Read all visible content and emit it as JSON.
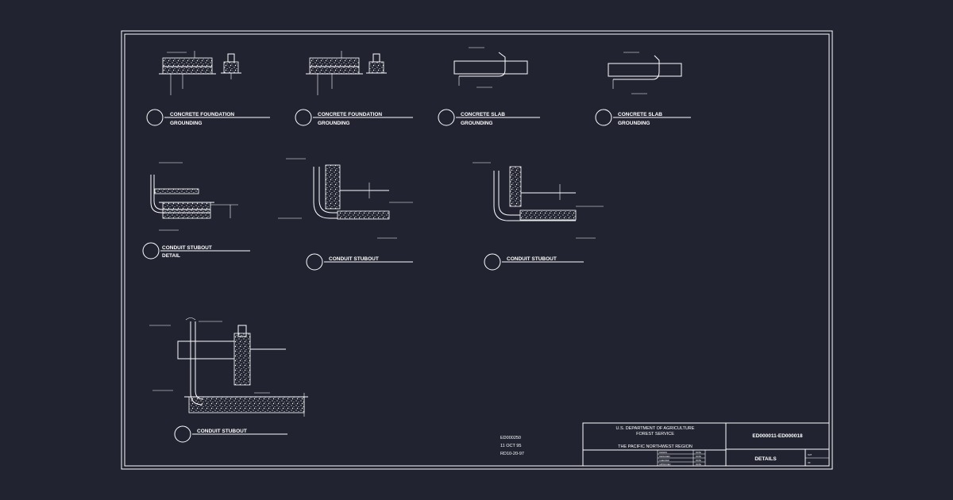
{
  "details": [
    {
      "id": "d1",
      "title": "CONCRETE FOUNDATION",
      "subtitle": "GROUNDING"
    },
    {
      "id": "d2",
      "title": "CONCRETE FOUNDATION",
      "subtitle": "GROUNDING"
    },
    {
      "id": "d3",
      "title": "CONCRETE SLAB",
      "subtitle": "GROUNDING"
    },
    {
      "id": "d4",
      "title": "CONCRETE SLAB",
      "subtitle": "GROUNDING"
    },
    {
      "id": "d5",
      "title": "CONDUIT STUBOUT",
      "subtitle": "DETAIL"
    },
    {
      "id": "d6",
      "title": "CONDUIT STUBOUT",
      "subtitle": ""
    },
    {
      "id": "d7",
      "title": "CONDUIT STUBOUT",
      "subtitle": ""
    },
    {
      "id": "d8",
      "title": "CONDUIT STUBOUT",
      "subtitle": ""
    }
  ],
  "notes": [
    "ED000250",
    "11 OCT 95",
    "RD10-20-97"
  ],
  "title_block": {
    "agency_line1": "U.S. DEPARTMENT OF AGRICULTURE",
    "agency_line2": "FOREST SERVICE",
    "region": "THE PACIFIC NORTHWEST REGION",
    "drawing_range": "ED000011-ED000018",
    "sheet_title": "DETAILS",
    "sign_rows": [
      "DRAWN",
      "DESIGNED",
      "CHECKED",
      "APPROVED"
    ],
    "date_label": "DATE",
    "sheet_label": "SHT",
    "of_label": "OF"
  }
}
